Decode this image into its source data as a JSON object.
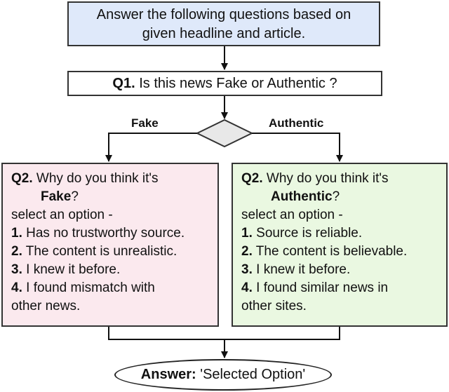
{
  "top_box": {
    "line1": "Answer the following questions based on",
    "line2": "given headline and article."
  },
  "q1": {
    "label": "Q1.",
    "text": "Is this news Fake or Authentic ?"
  },
  "branches": {
    "fake": "Fake",
    "authentic": "Authentic"
  },
  "q2_fake": {
    "label": "Q2.",
    "question": "Why do you think it's",
    "target": "Fake",
    "suffix": "?",
    "prompt": "select an option -",
    "options": [
      {
        "num": "1.",
        "text": "Has no trustworthy source."
      },
      {
        "num": "2.",
        "text": "The content is unrealistic."
      },
      {
        "num": "3.",
        "text": "I knew it before."
      },
      {
        "num": "4.",
        "text": "I found mismatch with"
      }
    ],
    "option4_cont": "other news."
  },
  "q2_authentic": {
    "label": "Q2.",
    "question": "Why do you think it's",
    "target": "Authentic",
    "suffix": "?",
    "prompt": "select an option -",
    "options": [
      {
        "num": "1.",
        "text": "Source is reliable."
      },
      {
        "num": "2.",
        "text": "The content is believable."
      },
      {
        "num": "3.",
        "text": "I knew it before."
      },
      {
        "num": "4.",
        "text": "I found similar news in"
      }
    ],
    "option4_cont": "other sites."
  },
  "answer": {
    "label": "Answer:",
    "value": "'Selected Option'"
  },
  "colors": {
    "top_fill": "#dfe9fa",
    "fake_fill": "#fbe9ee",
    "authentic_fill": "#eaf8e1",
    "diamond_fill": "#e8e8e8"
  }
}
